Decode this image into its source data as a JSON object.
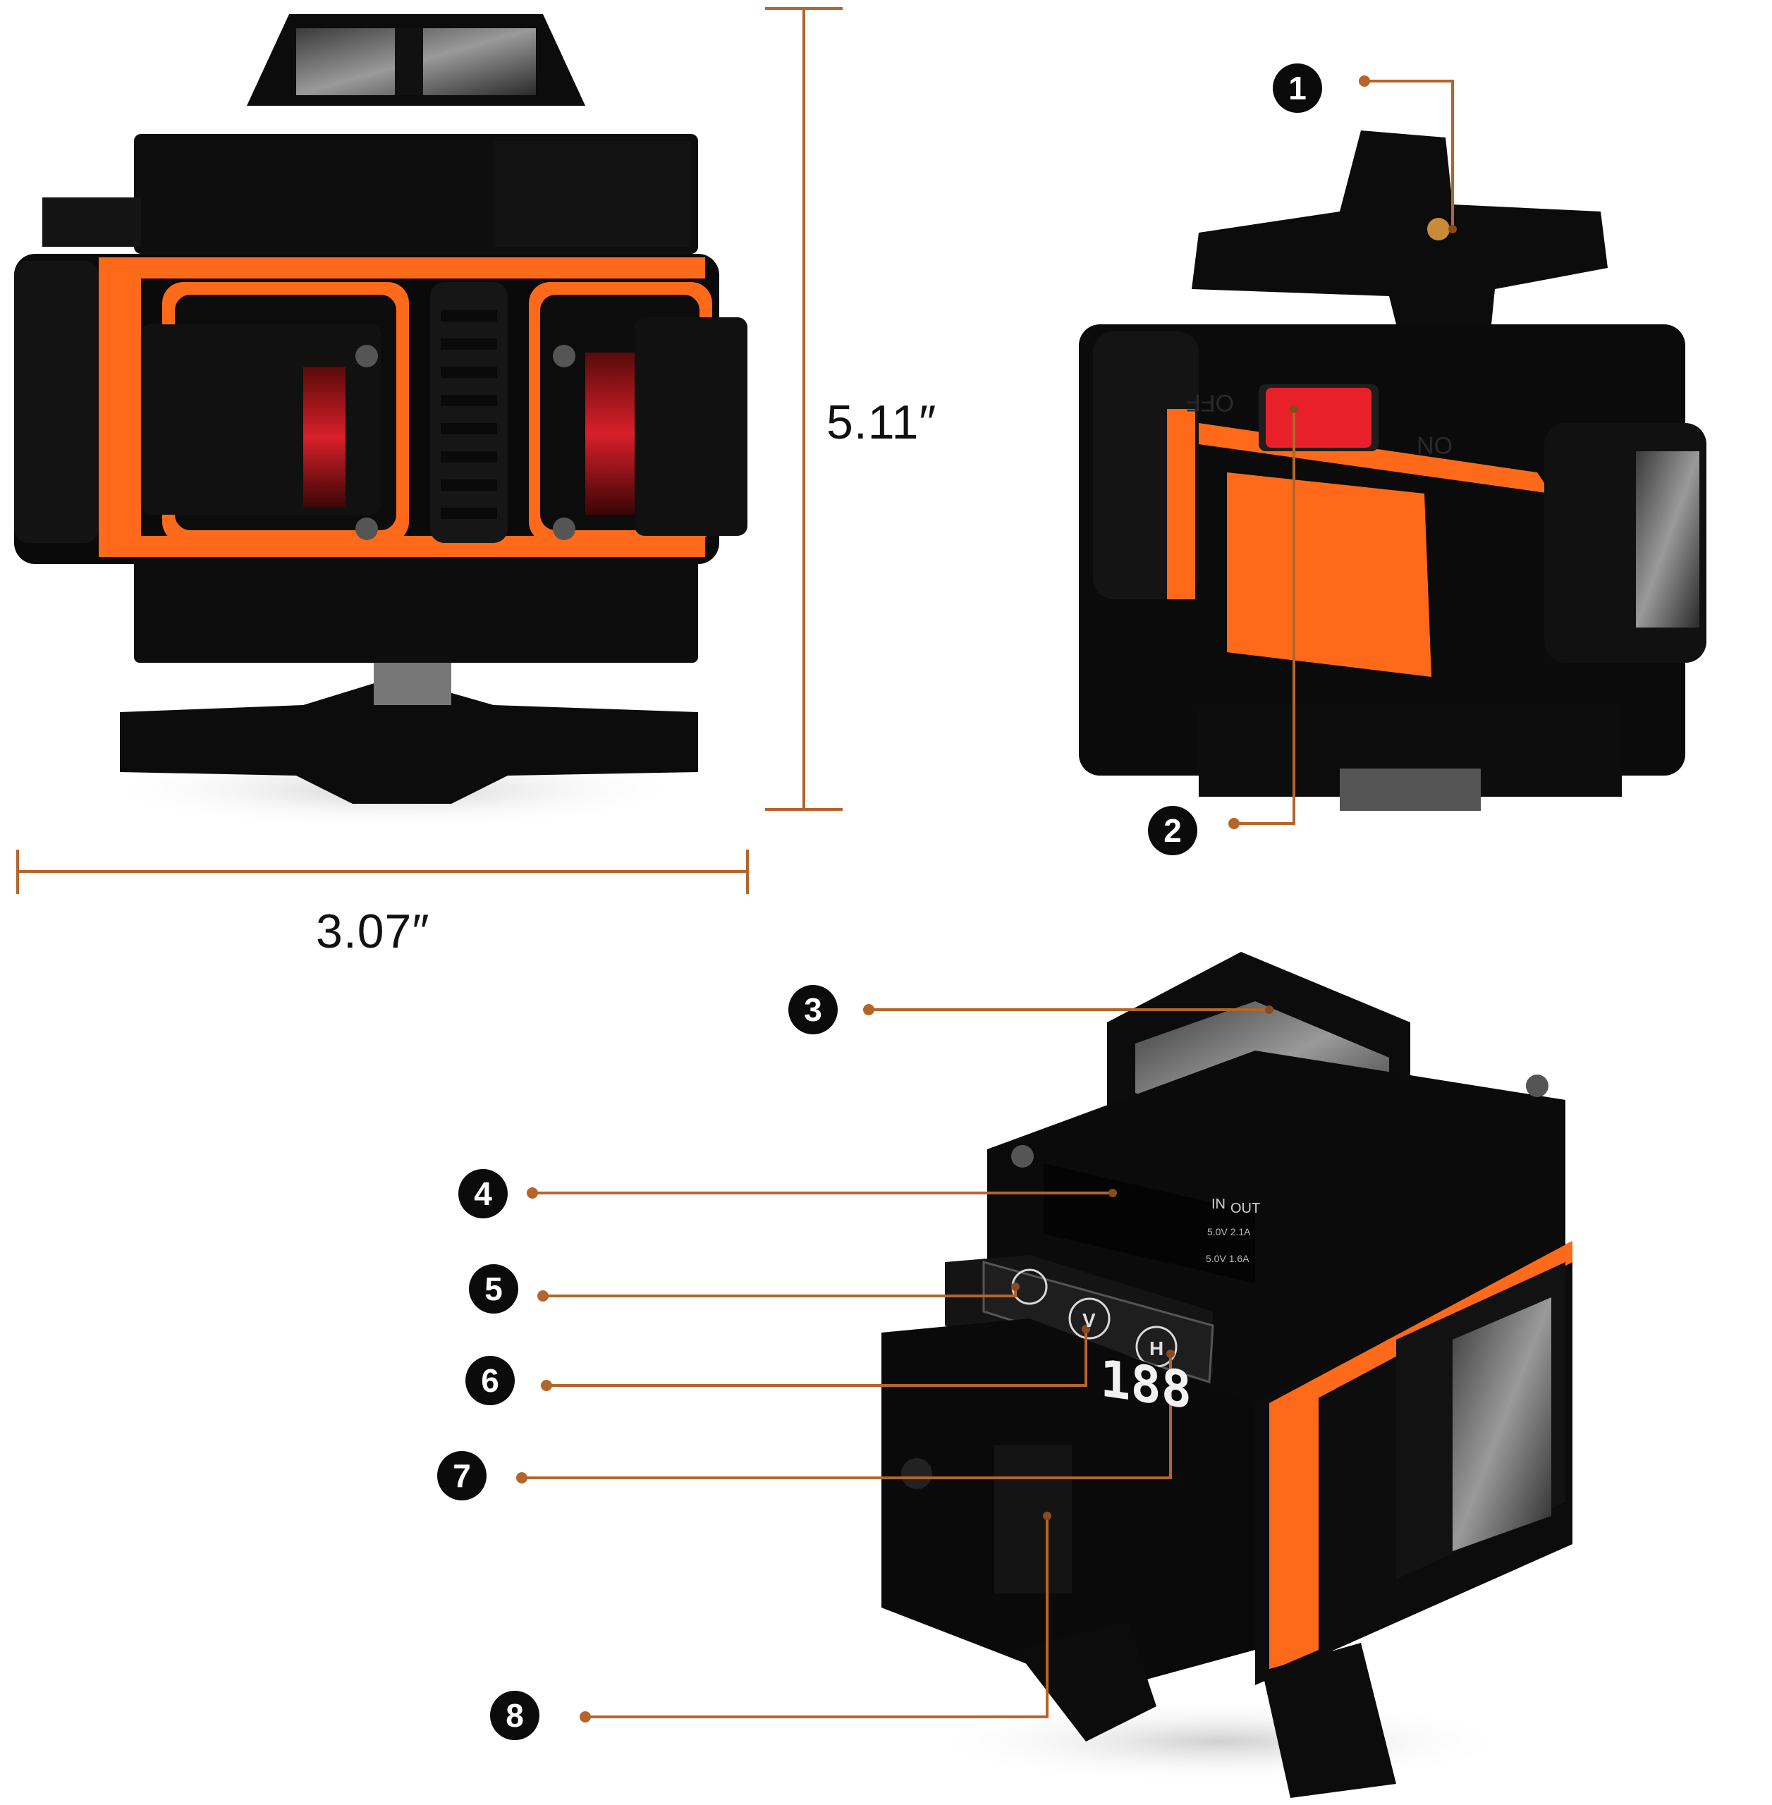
{
  "dimensions": {
    "width_label": "3.07″",
    "height_label": "5.11″"
  },
  "callouts": [
    "1",
    "2",
    "3",
    "4",
    "5",
    "6",
    "7",
    "8"
  ],
  "display": {
    "readout": "188",
    "in_label": "IN",
    "out_label": "OUT",
    "in_rating": "5.0V 2.1A",
    "out_rating": "5.0V 1.6A"
  },
  "buttons": {
    "v_label": "V",
    "h_label": "H"
  },
  "switch": {
    "off_label": "OFF",
    "on_label": "ON"
  },
  "colors": {
    "body": "#0c0c0c",
    "accent": "#ff6a1a",
    "leader": "#b5652a",
    "switch_red": "#e8202a"
  }
}
